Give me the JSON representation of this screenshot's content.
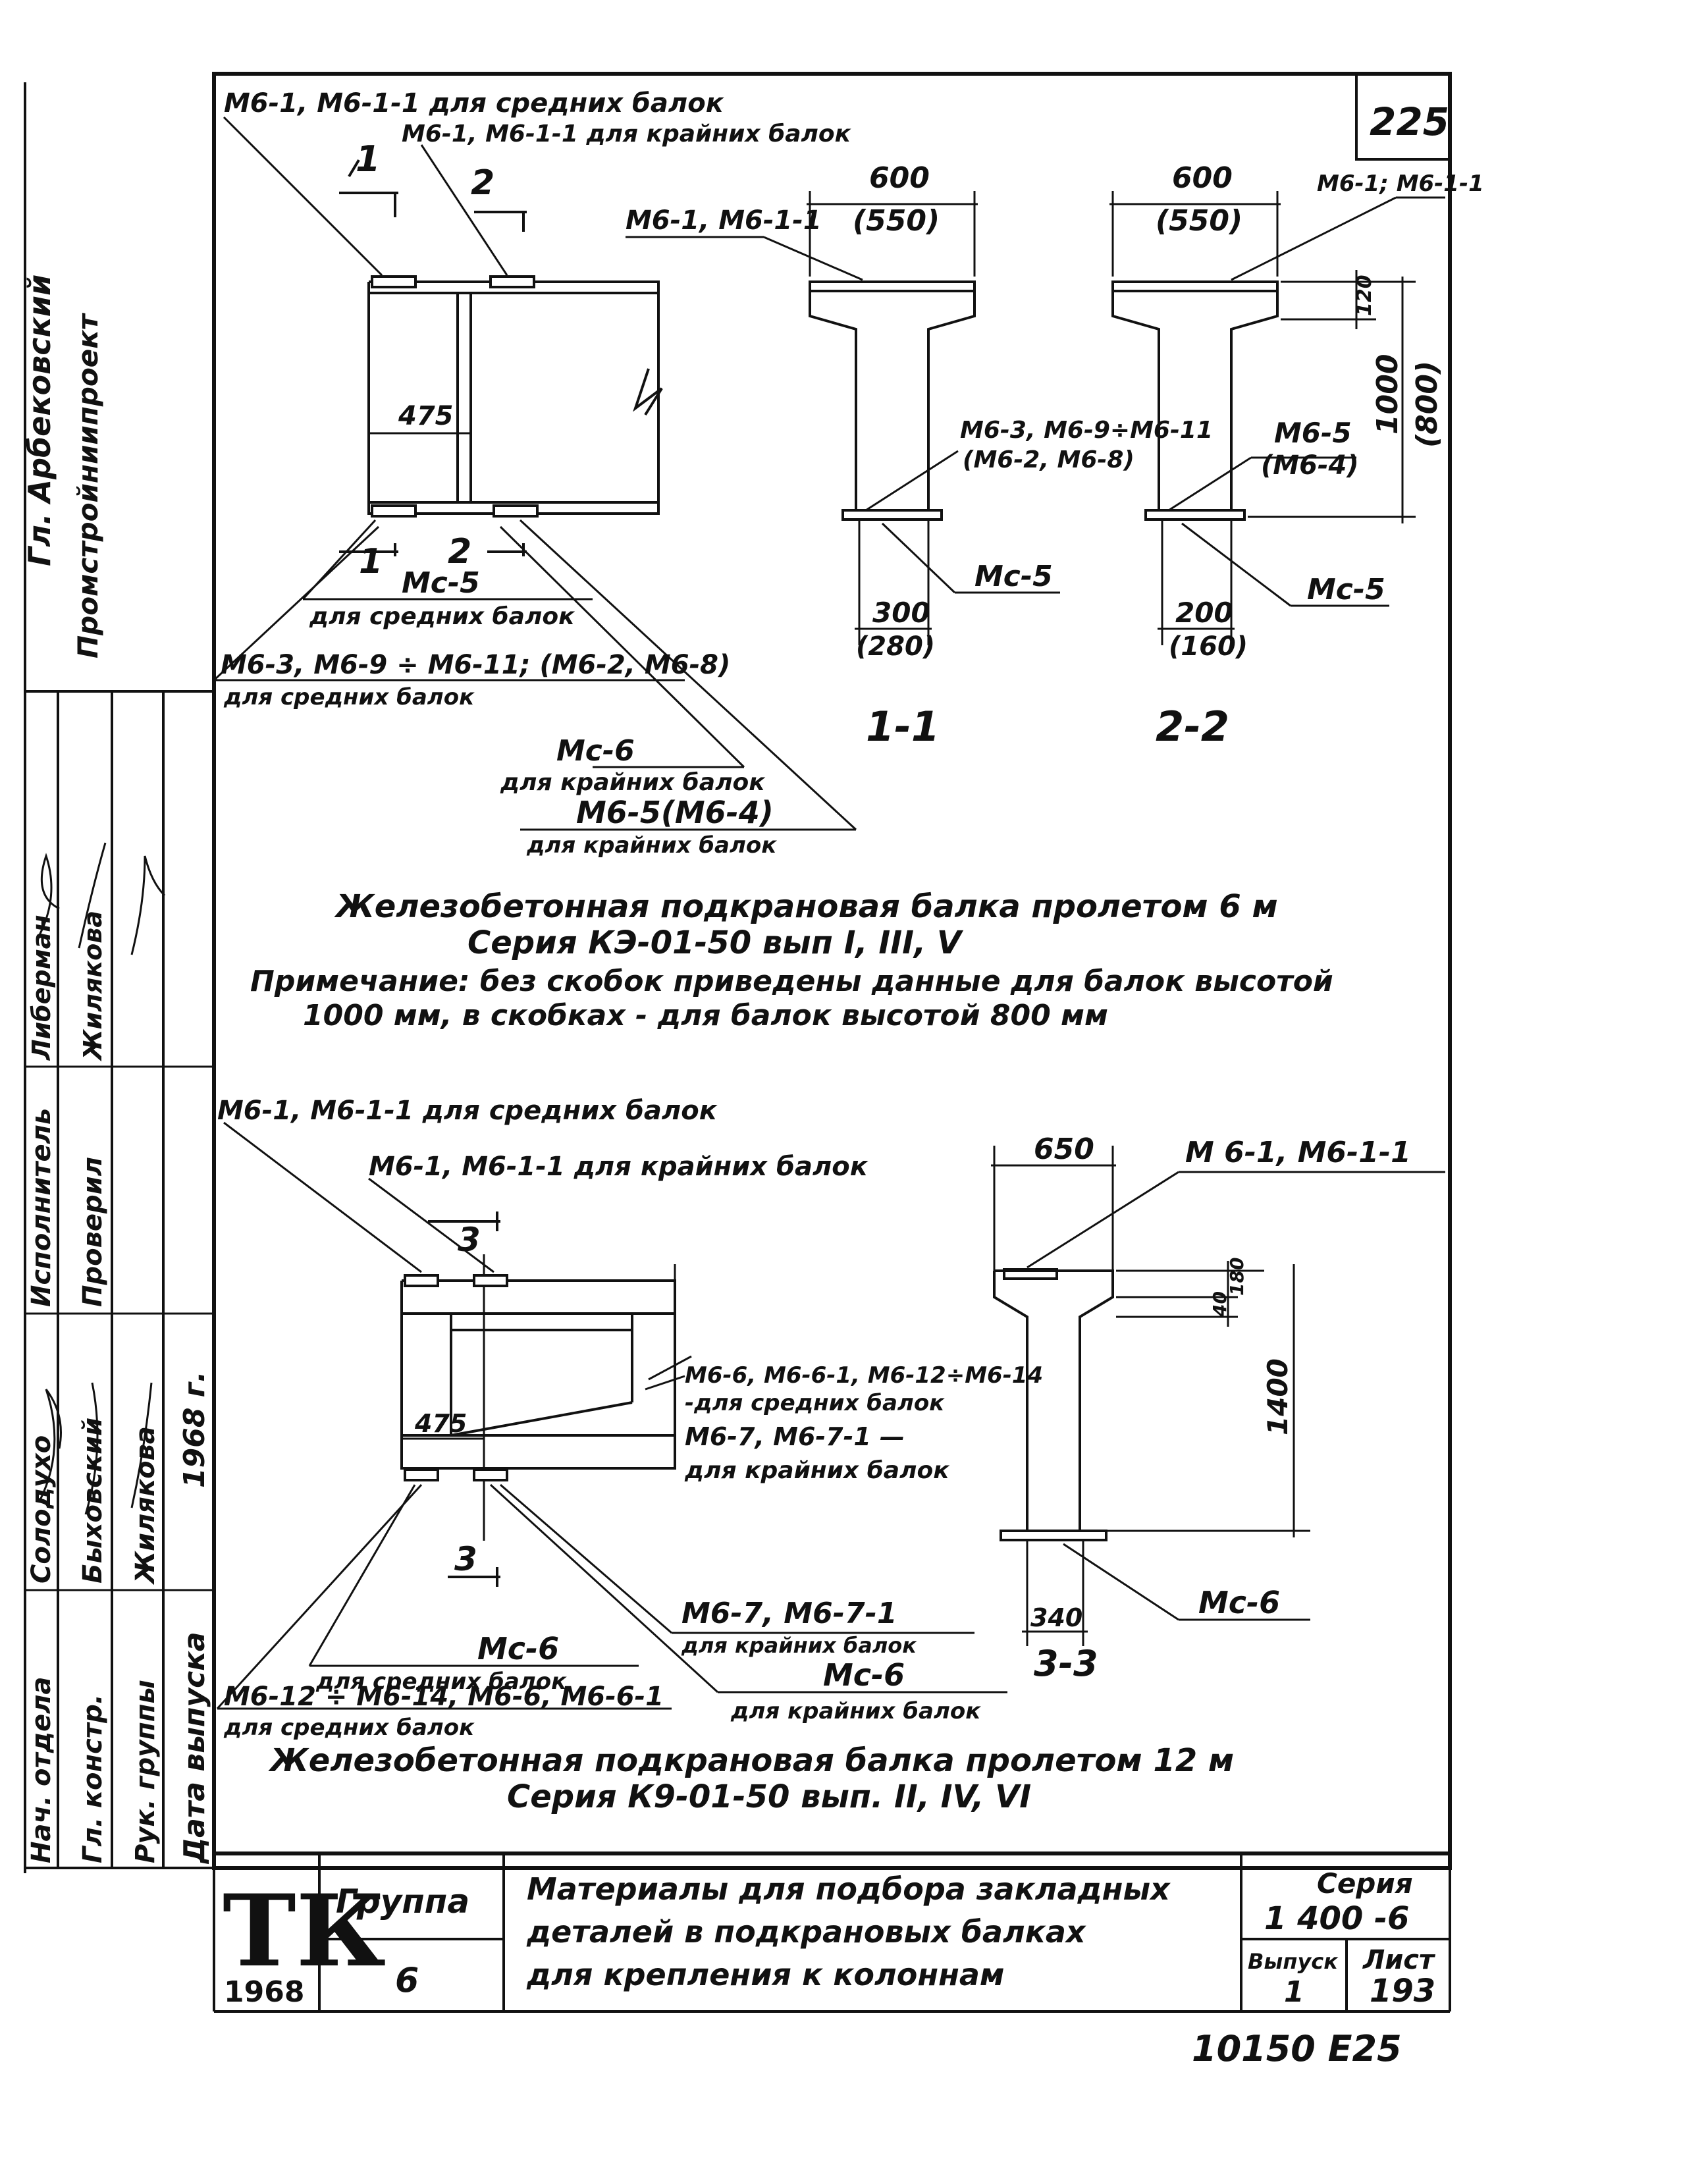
{
  "sheet": {
    "corner_number": "225",
    "bottom_stamp": "10150 Е25"
  },
  "top": {
    "labels": {
      "upper_mid": "М6-1, М6-1-1 для средних балок",
      "upper_edge": "М6-1, М6-1-1 для крайних балок",
      "mc5_mid": "Мс-5",
      "mc5_mid_sub": "для средних балок",
      "m6_3_mid": "М6-3, М6-9 ÷ М6-11; (М6-2, М6-8)",
      "m6_3_mid_sub": "для средних балок",
      "mc6_edge": "Мс-6",
      "mc6_edge_sub": "для крайних балок",
      "m6_5_edge": "М6-5(М6-4)",
      "m6_5_edge_sub": "для крайних балок",
      "dim_475": "475",
      "cut1": "1",
      "cut2": "2"
    },
    "section11": {
      "top_width": "600",
      "top_width_alt": "(550)",
      "top_label": "М6-1, М6-1-1",
      "web_label": "М6-3, М6-9÷М6-11",
      "web_label_alt": "(М6-2, М6-8)",
      "bottom_label": "Мс-5",
      "bottom_width": "300",
      "bottom_width_alt": "(280)",
      "title": "1-1"
    },
    "section22": {
      "top_width": "600",
      "top_width_alt": "(550)",
      "top_label": "М6-1; М6-1-1",
      "flange_h": "120",
      "height": "1000",
      "height_alt": "(800)",
      "web_label": "М6-5",
      "web_label_alt": "(М6-4)",
      "bottom_label": "Мс-5",
      "bottom_width": "200",
      "bottom_width_alt": "(160)",
      "title": "2-2"
    },
    "caption1": "Железобетонная подкрановая балка пролетом 6 м",
    "caption2": "Серия КЭ-01-50 вып I, III, V",
    "note1": "Примечание: без скобок приведены данные для балок высотой",
    "note2": "1000 мм, в скобках - для балок высотой 800 мм"
  },
  "bottom": {
    "labels": {
      "upper_mid": "М6-1, М6-1-1 для средних балок",
      "upper_edge": "М6-1, М6-1-1 для крайних балок",
      "m6_6_mid": "М6-6, М6-6-1, М6-12÷М6-14",
      "m6_6_mid_sub": "-для средних балок",
      "m6_7_edge": "М6-7, М6-7-1 —",
      "m6_7_edge_sub": "для крайних балок",
      "dim_475": "475",
      "cut3": "3",
      "mc6_mid": "Мс-6",
      "mc6_mid_sub": "для средних балок",
      "m6_12_mid": "М6-12 ÷ М6-14, М6-6, М6-6-1",
      "m6_12_mid_sub": "для средних балок",
      "m6_7b_edge": "М6-7, М6-7-1",
      "m6_7b_edge_sub": "для крайних балок",
      "mc6_edge": "Мс-6",
      "mc6_edge_sub": "для крайних балок"
    },
    "section33": {
      "top_width": "650",
      "top_label": "М 6-1, М6-1-1",
      "dim_180": "180",
      "dim_40": "40",
      "height": "1400",
      "bottom_label": "Мс-6",
      "bottom_width": "340",
      "title": "3-3"
    },
    "caption1": "Железобетонная подкрановая балка пролетом 12 м",
    "caption2": "Серия К9-01-50 вып. II, IV, VI"
  },
  "title_block": {
    "logo": "ТК",
    "year": "1968",
    "group_label": "Группа",
    "group_value": "6",
    "title_line1": "Материалы для подбора закладных",
    "title_line2": "деталей в подкрановых балках",
    "title_line3": "для крепления к колоннам",
    "series_label": "Серия",
    "series_value": "1 400 -6",
    "issue_label": "Выпуск",
    "issue_value": "1",
    "sheet_label": "Лист",
    "sheet_value": "193"
  },
  "side_block": {
    "org_name": "Гл. Арбековский",
    "org_full": "Промстройниипроект",
    "release_year": "1968 г.",
    "release_label": "Дата выпуска",
    "rows": [
      {
        "role": "Нач. отдела",
        "name": "Солодухо"
      },
      {
        "role": "Гл. констр.",
        "name": "Быховский"
      },
      {
        "role": "Рук. группы",
        "name": "Жилякова"
      },
      {
        "role": "Исполнитель",
        "name": "Либерман"
      },
      {
        "role": "Проверил",
        "name": "Жилякова"
      }
    ]
  }
}
